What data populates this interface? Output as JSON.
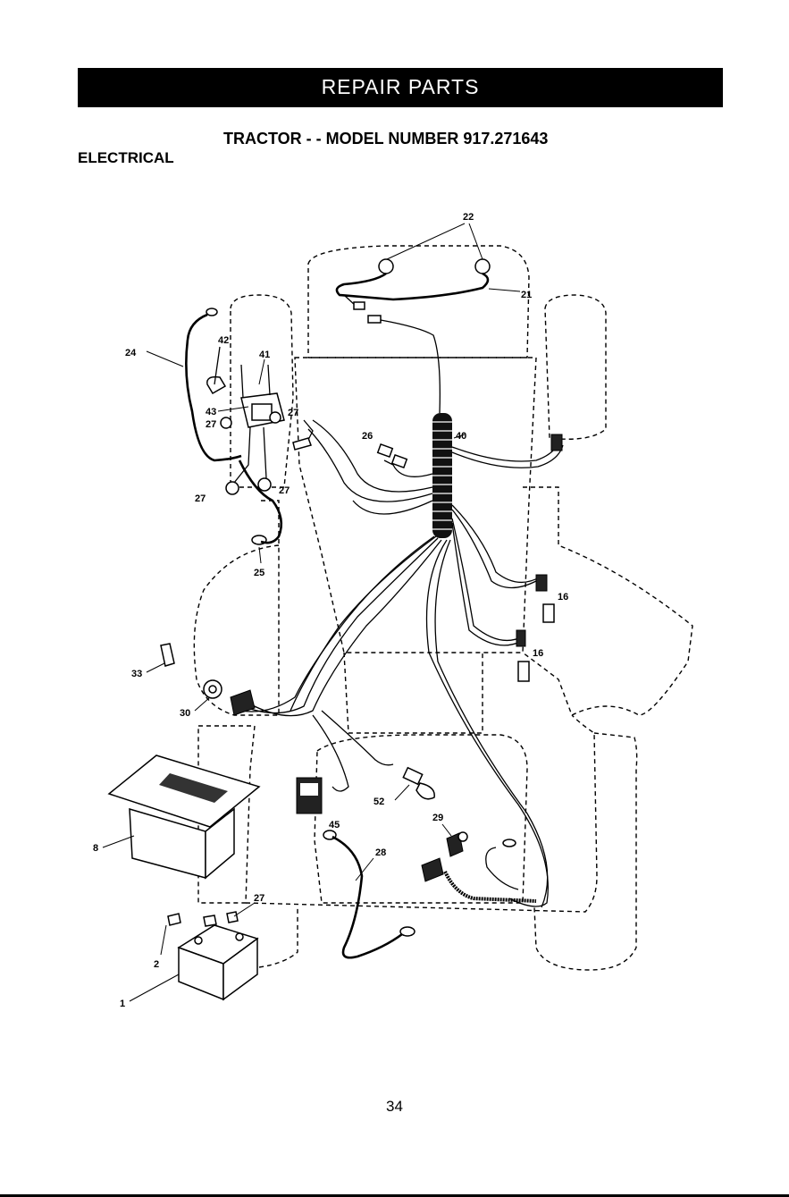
{
  "header": {
    "banner": "REPAIR PARTS"
  },
  "title": "TRACTOR - - MODEL NUMBER 917.271643",
  "section": "ELECTRICAL",
  "callouts": {
    "c1": "1",
    "c2": "2",
    "c8": "8",
    "c16a": "16",
    "c16b": "16",
    "c21": "21",
    "c22": "22",
    "c24": "24",
    "c25": "25",
    "c26": "26",
    "c27a": "27",
    "c27b": "27",
    "c27c": "27",
    "c27d": "27",
    "c27e": "27",
    "c28": "28",
    "c29": "29",
    "c30": "30",
    "c33": "33",
    "c40": "40",
    "c41": "41",
    "c42": "42",
    "c43": "43",
    "c45": "45",
    "c52": "52"
  },
  "page_number": "34"
}
